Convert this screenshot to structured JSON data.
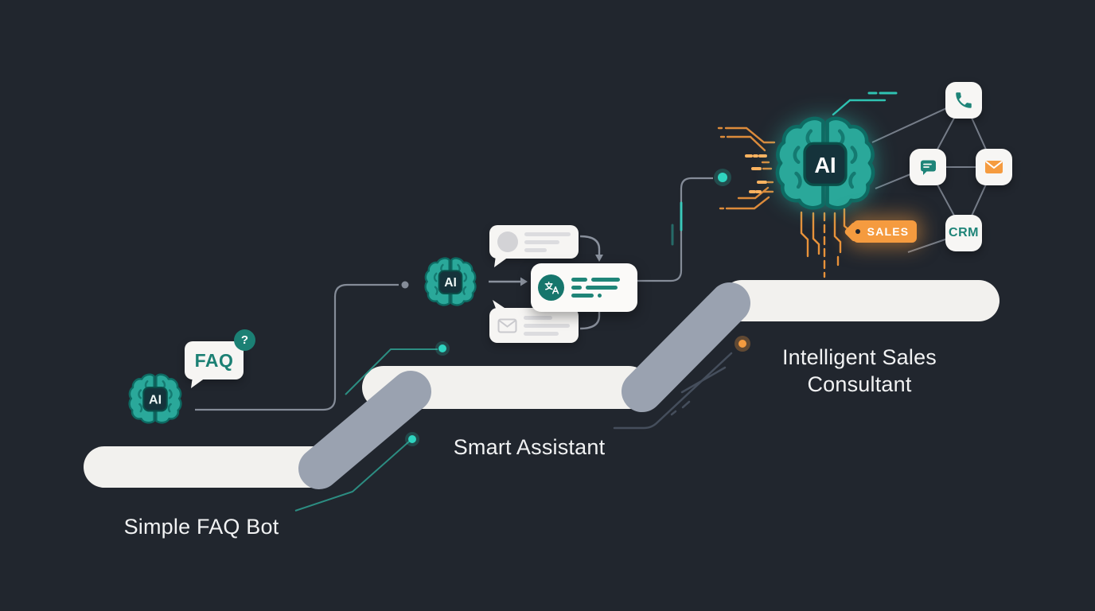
{
  "scene": {
    "title": "AI chatbot evolution diagram",
    "background_color": "#21262e"
  },
  "colors": {
    "teal": "#1e8478",
    "teal_bright": "#2fd4c0",
    "brain_fill": "#2aa89a",
    "orange": "#f59b3f",
    "orange_trace": "#dd8b3b",
    "white_bar": "#f2f1ee",
    "gray_bar": "#9aa2b0",
    "connector_gray": "#858c98",
    "chip_dark": "#15333b",
    "label_text": "#f1f2f3"
  },
  "stages": [
    {
      "id": "simple-faq-bot",
      "label": "Simple FAQ Bot",
      "chip_label": "AI",
      "faq_bubble": {
        "text": "FAQ",
        "badge": "?"
      }
    },
    {
      "id": "smart-assistant",
      "label": "Smart Assistant",
      "chip_label": "AI"
    },
    {
      "id": "intelligent-sales-consultant",
      "label": "Intelligent Sales Consultant",
      "chip_label": "AI",
      "sales_tag": "SALES",
      "crm_label": "CRM"
    }
  ],
  "icons": [
    "brain-ai-icon",
    "question-icon",
    "avatar-icon",
    "envelope-icon",
    "translate-icon",
    "phone-icon",
    "chat-icon",
    "mail-icon",
    "crm-tile"
  ]
}
